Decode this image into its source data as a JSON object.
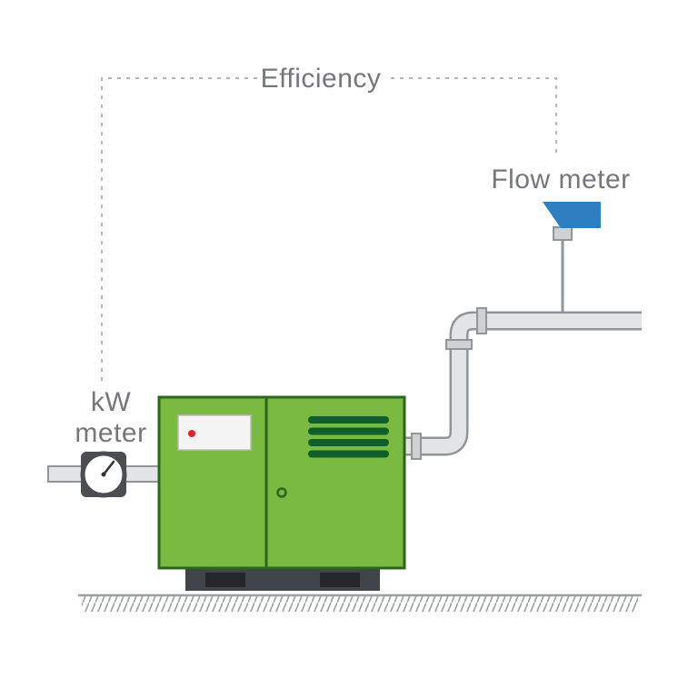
{
  "title": "Compressor efficiency measurement diagram",
  "labels": {
    "efficiency": "Efficiency",
    "flow_meter": "Flow meter",
    "kw_meter_line1": "kW",
    "kw_meter_line2": "meter"
  },
  "icons": {
    "flow_meter_device": "flow-meter-sensor",
    "kw_meter_gauge": "analog-gauge",
    "compressor": "air-compressor",
    "ground": "ground-hatching"
  },
  "colors": {
    "compressor_green": "#7bba40",
    "compressor_outline": "#2a661b",
    "vent_green": "#0e5f2c",
    "flow_meter_blue": "#2e7fc1",
    "pipe_fill": "#e3e4e5",
    "pipe_outline": "#8f959a",
    "flange_fill": "#cfd1d3",
    "label_gray": "#76777a",
    "dashed_line": "#b7b7b7",
    "indicator_red": "#e0262a",
    "meter_body": "#4a4e52",
    "base_gray": "#3f4448",
    "ground": "#9aa0a4"
  }
}
